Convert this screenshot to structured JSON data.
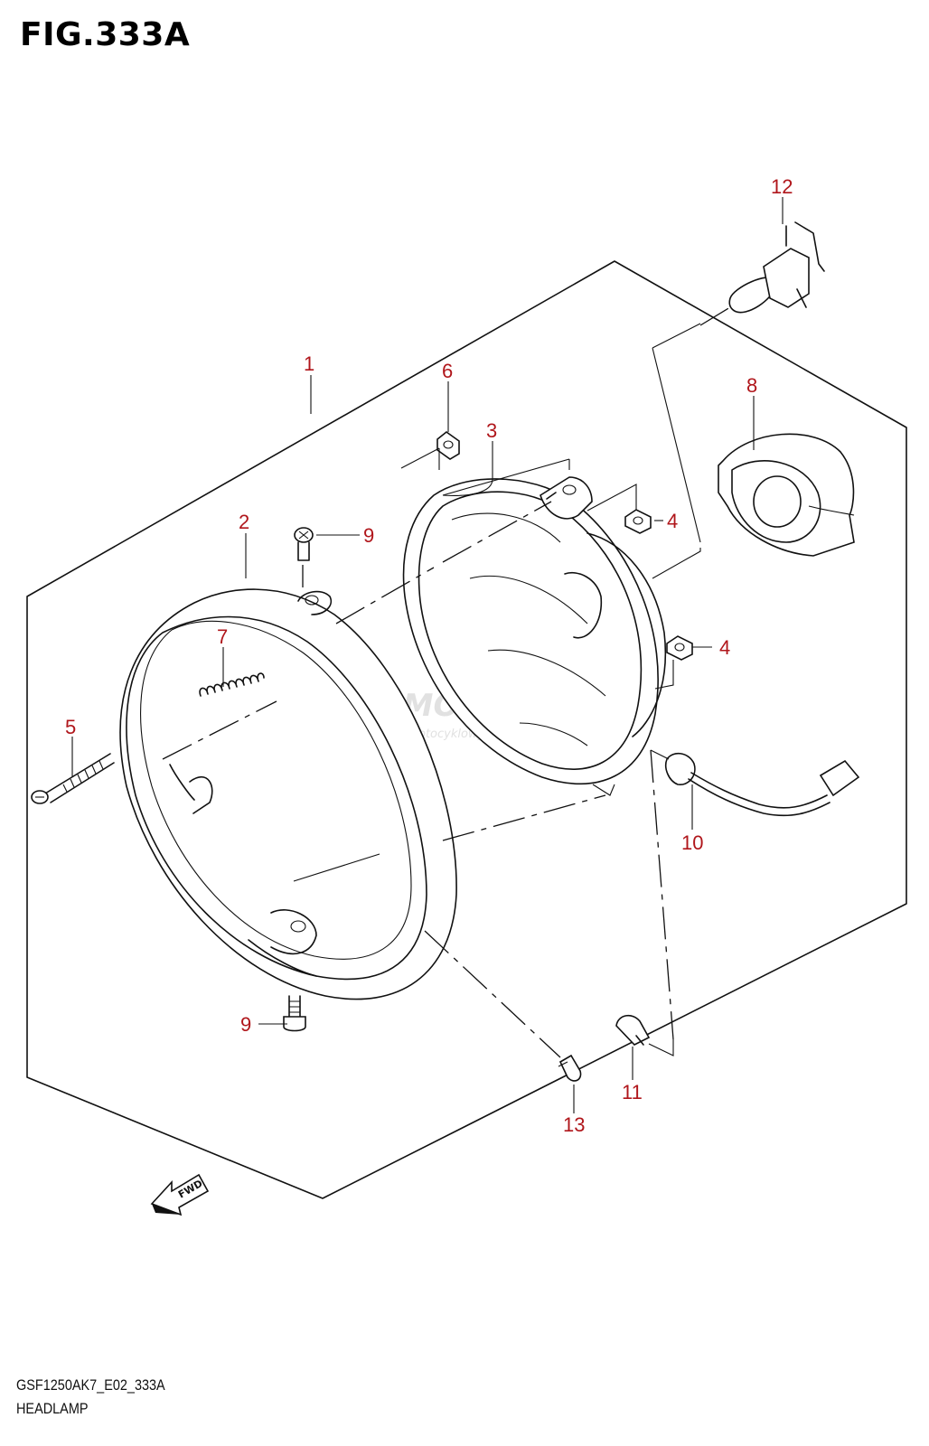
{
  "figure": {
    "title": "FIG.333A",
    "model_code": "GSF1250AK7_E02_333A",
    "section_name": "HEADLAMP"
  },
  "callouts": [
    "1",
    "2",
    "3",
    "4",
    "4",
    "5",
    "6",
    "7",
    "8",
    "9",
    "9",
    "10",
    "11",
    "12",
    "13"
  ],
  "fwd_marker": "FWD",
  "watermark": {
    "brand": "SKLEPMOTO46.PL",
    "tagline": "internetowy sklep motocyklowy"
  },
  "colors": {
    "callout": "#b0161b",
    "line": "#111111",
    "watermark": "#c8c8c8"
  }
}
